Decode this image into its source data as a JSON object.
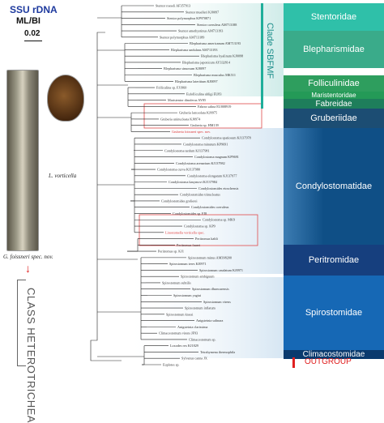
{
  "header": {
    "title": "SSU rDNA",
    "method": "ML/BI",
    "scale_value": "0.02"
  },
  "photos": {
    "left_caption": "G. foissneri spec. nov.",
    "right_caption": "L. vorticella"
  },
  "clade_label": "Clade SBFMF",
  "class_label": "CLASS HETEROTRICHEA",
  "outgroup_label": "OUTGROUP",
  "colors": {
    "stentoridae": "#2fc0a9",
    "blepharismidae": "#3aab8a",
    "folliculinidae": "#2e9e5e",
    "maristentoridae": "#249a57",
    "fabreidae": "#1e7e5b",
    "gruberiidae": "#1c4d73",
    "condylostomatidae": "#0f4f86",
    "peritromidae": "#163f7e",
    "spirostomidae": "#1668b5",
    "climacostomidae": "#0a3a6e",
    "outgroup_marker": "#e02020",
    "red_box": "#e04a4a",
    "title_blue": "#1e3a9e"
  },
  "families": [
    {
      "name": "Stentoridae"
    },
    {
      "name": "Blepharismidae"
    },
    {
      "name": "Folliculinidae"
    },
    {
      "name": "Maristentoridae"
    },
    {
      "name": "Fabreidae"
    },
    {
      "name": "Gruberiidae"
    },
    {
      "name": "Condylostomatidae"
    },
    {
      "name": "Peritromidae"
    },
    {
      "name": "Spirostomidae"
    },
    {
      "name": "Climacostomidae"
    }
  ],
  "leaves": [
    "Stentor roeseli AF357913",
    "Stentor muelleri KJ0097",
    "Stentor polymorphus KP970871",
    "Stentor coeruleus AM713188",
    "Stentor amethystinus AM713193",
    "Stentor polymorphus AM713189",
    "Blepharisma americanum AM713193",
    "Blepharisma undulans AM713193",
    "Blepharisma hyalinum KJ0098",
    "Blepharisma japonicum AY332814",
    "Blepharisma sinuosum KJ0097",
    "Blepharisma musculus MK511",
    "Blepharisma lateritium KJ0097",
    "Folliculina sp. FJ1960",
    "Eufolliculina uhligi EU83",
    "Maristentor dinoferus AY85",
    "Fabrea salina EU008919",
    "Gruberia lanceolata KJ0975",
    "Gruberia uninucleata KJ0974",
    "Gruberia sp. HM139",
    "Gruberia foissneri spec. nov.",
    "Condylostoma spatiosum KJ137978",
    "Condylostoma minutum KP9691",
    "Condylostoma tardum KJ137981",
    "Condylostoma magnum KP9691",
    "Condylostoma arenarium KJ137982",
    "Condylostoma curva KJ137980",
    "Condylostoma elongatum KJ137977",
    "Condylostoma kasymovi KJ137984",
    "Condylostomides etoschensis",
    "Condylostomides trinucleatus",
    "Condylostomides grolierei",
    "Condylostomides coeruleus",
    "Condylostomides sp. FJ8",
    "Condylostoma sp. MK9",
    "Condylostoma sp. KP9",
    "Linostomella vorticella spec.",
    "Peritromus kahli",
    "Peritromus faurei",
    "Peritromus sp. KJ1",
    "Spirostomum minus AM398200",
    "Spirostomum teres KJ0971",
    "Spirostomum caudatum KJ0971",
    "Spirostomum ambiguum",
    "Spirostomum subtilis",
    "Spirostomum dharwarensis",
    "Spirostomum yagiui",
    "Spirostomum virens",
    "Spirostomum inflatum",
    "Spirostomum krassi",
    "Anigsteinia salinara",
    "Anigsteinia clarissima",
    "Climacostomum virens JF93",
    "Climacostomum sp.",
    "Loxodes rex KJ1829",
    "Tetrahymena thermophila",
    "Sylvanus canna JX",
    "Euplotes sp."
  ]
}
